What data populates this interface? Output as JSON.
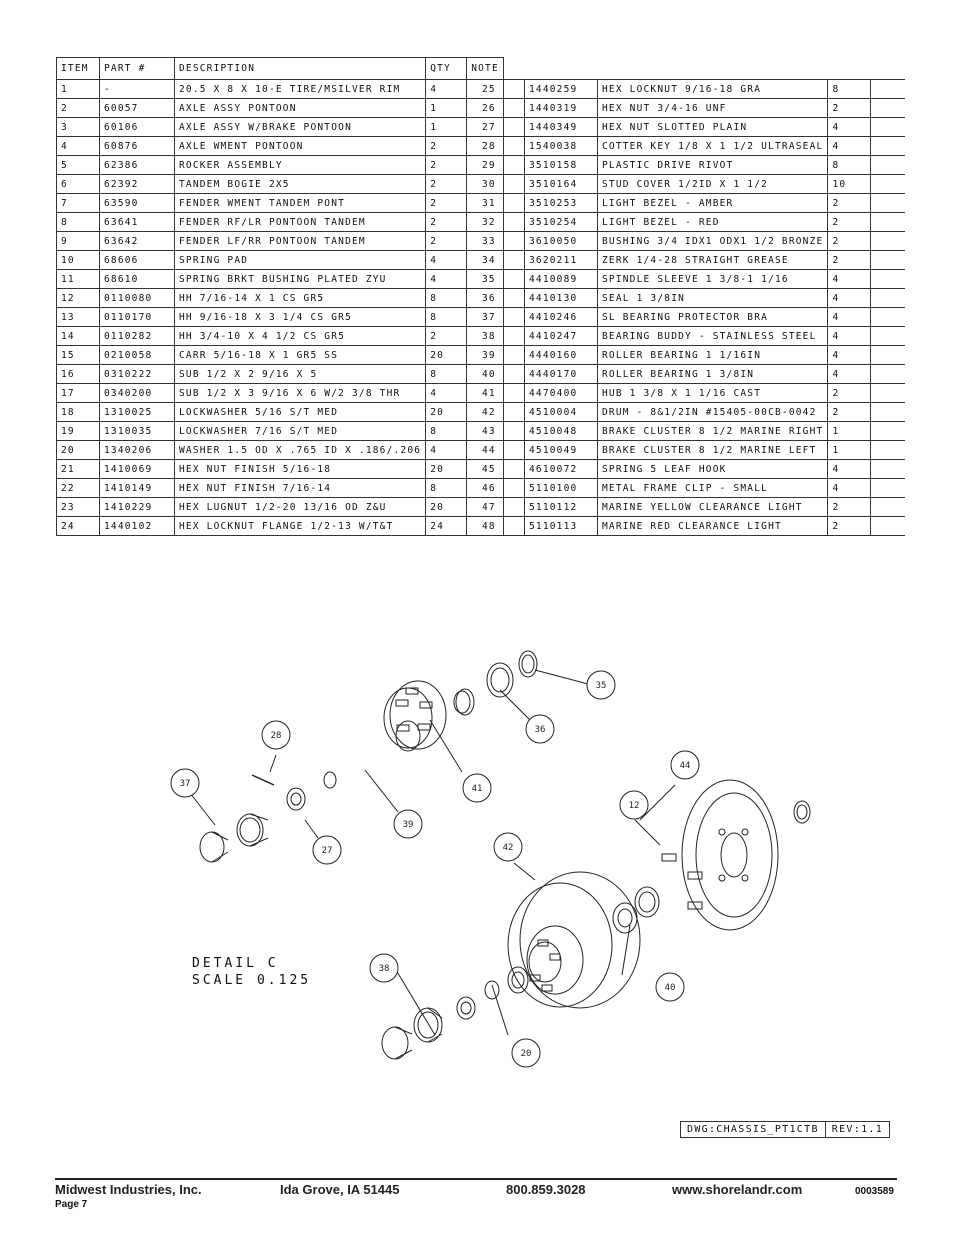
{
  "table_headers": {
    "item": "ITEM",
    "part": "PART #",
    "description": "DESCRIPTION",
    "qty": "QTY",
    "note": "NOTE"
  },
  "parts_left": [
    {
      "item": "1",
      "part": "-",
      "desc": "20.5 X 8 X 10-E TIRE/MSILVER RIM",
      "qty": "4"
    },
    {
      "item": "2",
      "part": "60057",
      "desc": "AXLE ASSY  PONTOON",
      "qty": "1"
    },
    {
      "item": "3",
      "part": "60106",
      "desc": "AXLE ASSY  W/BRAKE PONTOON",
      "qty": "1"
    },
    {
      "item": "4",
      "part": "60876",
      "desc": "AXLE WMENT   PONTOON",
      "qty": "2"
    },
    {
      "item": "5",
      "part": "62386",
      "desc": "ROCKER ASSEMBLY",
      "qty": "2"
    },
    {
      "item": "6",
      "part": "62392",
      "desc": "TANDEM BOGIE   2X5",
      "qty": "2"
    },
    {
      "item": "7",
      "part": "63590",
      "desc": "FENDER WMENT TANDEM PONT",
      "qty": "2"
    },
    {
      "item": "8",
      "part": "63641",
      "desc": "FENDER   RF/LR PONTOON TANDEM",
      "qty": "2"
    },
    {
      "item": "9",
      "part": "63642",
      "desc": "FENDER   LF/RR PONTOON TANDEM",
      "qty": "2"
    },
    {
      "item": "10",
      "part": "68606",
      "desc": "SPRING PAD",
      "qty": "4"
    },
    {
      "item": "11",
      "part": "68610",
      "desc": "SPRING BRKT BUSHING PLATED ZYU",
      "qty": "4"
    },
    {
      "item": "12",
      "part": "0110080",
      "desc": "HH 7/16-14 X 1 CS GR5",
      "qty": "8"
    },
    {
      "item": "13",
      "part": "0110170",
      "desc": "HH 9/16-18 X 3 1/4 CS GR5",
      "qty": "8"
    },
    {
      "item": "14",
      "part": "0110282",
      "desc": "HH 3/4-10 X 4 1/2 CS GR5",
      "qty": "2"
    },
    {
      "item": "15",
      "part": "0210058",
      "desc": "CARR 5/16-18 X 1 GR5 SS",
      "qty": "20"
    },
    {
      "item": "16",
      "part": "0310222",
      "desc": "SUB 1/2 X 2 9/16 X 5",
      "qty": "8"
    },
    {
      "item": "17",
      "part": "0340200",
      "desc": "SUB 1/2 X 3 9/16 X 6 W/2 3/8 THR",
      "qty": "4"
    },
    {
      "item": "18",
      "part": "1310025",
      "desc": "LOCKWASHER 5/16 S/T MED",
      "qty": "20"
    },
    {
      "item": "19",
      "part": "1310035",
      "desc": "LOCKWASHER 7/16 S/T MED",
      "qty": "8"
    },
    {
      "item": "20",
      "part": "1340206",
      "desc": "WASHER 1.5 OD X .765 ID X .186/.206",
      "qty": "4"
    },
    {
      "item": "21",
      "part": "1410069",
      "desc": "HEX NUT FINISH 5/16-18",
      "qty": "20"
    },
    {
      "item": "22",
      "part": "1410149",
      "desc": "HEX NUT FINISH 7/16-14",
      "qty": "8"
    },
    {
      "item": "23",
      "part": "1410229",
      "desc": "HEX LUGNUT 1/2-20 13/16 OD Z&U",
      "qty": "20"
    },
    {
      "item": "24",
      "part": "1440102",
      "desc": "HEX LOCKNUT FLANGE 1/2-13 W/T&T",
      "qty": "24"
    }
  ],
  "parts_right": [
    {
      "item": "25",
      "part": "1440259",
      "desc": "HEX LOCKNUT 9/16-18 GRA",
      "qty": "8"
    },
    {
      "item": "26",
      "part": "1440319",
      "desc": "HEX NUT 3/4-16 UNF",
      "qty": "2"
    },
    {
      "item": "27",
      "part": "1440349",
      "desc": "HEX NUT SLOTTED PLAIN",
      "qty": "4"
    },
    {
      "item": "28",
      "part": "1540038",
      "desc": "COTTER KEY 1/8 X 1 1/2 ULTRASEAL",
      "qty": "4"
    },
    {
      "item": "29",
      "part": "3510158",
      "desc": "PLASTIC DRIVE RIVOT",
      "qty": "8"
    },
    {
      "item": "30",
      "part": "3510164",
      "desc": "STUD COVER 1/2ID X 1 1/2",
      "qty": "10"
    },
    {
      "item": "31",
      "part": "3510253",
      "desc": "LIGHT BEZEL - AMBER",
      "qty": "2"
    },
    {
      "item": "32",
      "part": "3510254",
      "desc": "LIGHT BEZEL - RED",
      "qty": "2"
    },
    {
      "item": "33",
      "part": "3610050",
      "desc": "BUSHING  3/4 IDX1 ODX1 1/2 BRONZE",
      "qty": "2"
    },
    {
      "item": "34",
      "part": "3620211",
      "desc": "ZERK  1/4-28 STRAIGHT GREASE",
      "qty": "2"
    },
    {
      "item": "35",
      "part": "4410089",
      "desc": "SPINDLE SLEEVE  1 3/8-1 1/16",
      "qty": "4"
    },
    {
      "item": "36",
      "part": "4410130",
      "desc": "SEAL  1 3/8IN",
      "qty": "4"
    },
    {
      "item": "37",
      "part": "4410246",
      "desc": "SL BEARING PROTECTOR BRA",
      "qty": "4"
    },
    {
      "item": "38",
      "part": "4410247",
      "desc": "BEARING BUDDY - STAINLESS STEEL",
      "qty": "4"
    },
    {
      "item": "39",
      "part": "4440160",
      "desc": "ROLLER BEARING   1 1/16IN",
      "qty": "4"
    },
    {
      "item": "40",
      "part": "4440170",
      "desc": "ROLLER BEARING   1 3/8IN",
      "qty": "4"
    },
    {
      "item": "41",
      "part": "4470400",
      "desc": "HUB  1 3/8 X 1 1/16 CAST",
      "qty": "2"
    },
    {
      "item": "42",
      "part": "4510004",
      "desc": "DRUM - 8&1/2IN #15405-00CB-0042",
      "qty": "2"
    },
    {
      "item": "43",
      "part": "4510048",
      "desc": "BRAKE CLUSTER 8 1/2 MARINE RIGHT",
      "qty": "1"
    },
    {
      "item": "44",
      "part": "4510049",
      "desc": "BRAKE CLUSTER 8 1/2 MARINE LEFT",
      "qty": "1"
    },
    {
      "item": "45",
      "part": "4610072",
      "desc": "SPRING  5 LEAF HOOK",
      "qty": "4"
    },
    {
      "item": "46",
      "part": "5110100",
      "desc": "METAL FRAME CLIP - SMALL",
      "qty": "4"
    },
    {
      "item": "47",
      "part": "5110112",
      "desc": "MARINE YELLOW CLEARANCE LIGHT",
      "qty": "2"
    },
    {
      "item": "48",
      "part": "5110113",
      "desc": "MARINE RED CLEARANCE LIGHT",
      "qty": "2"
    }
  ],
  "callouts": {
    "c35": "35",
    "c36": "36",
    "c28": "28",
    "c41": "41",
    "c37": "37",
    "c39": "39",
    "c27": "27",
    "c44": "44",
    "c12": "12",
    "c42": "42",
    "c40": "40",
    "c38": "38",
    "c20": "20"
  },
  "detail": {
    "line1": "DETAIL  C",
    "line2": "SCALE  0.125"
  },
  "dwg": {
    "name": "DWG:CHASSIS_PT1CTB",
    "rev": "REV:1.1"
  },
  "footer": {
    "company": "Midwest Industries, Inc.",
    "city": "Ida Grove, IA  51445",
    "phone": "800.859.3028",
    "website": "www.shorelandr.com",
    "doc_number": "0003589",
    "page": "Page 7"
  }
}
